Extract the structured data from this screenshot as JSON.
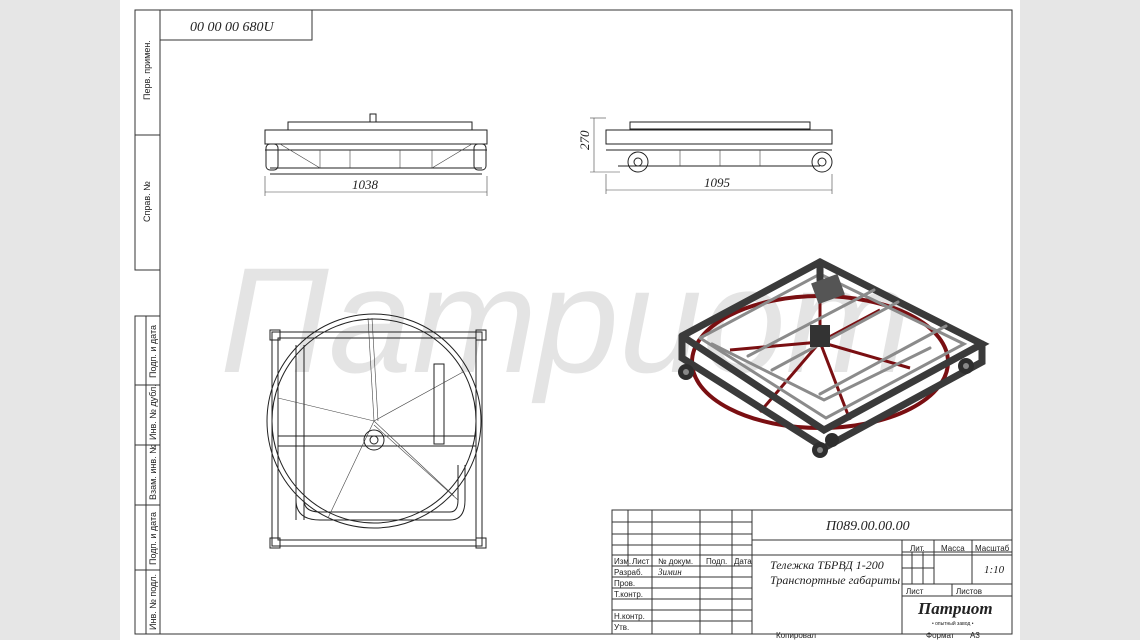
{
  "document_code_top": "00 00 00 680U",
  "side_labels": {
    "perv_primen": "Перв. примен.",
    "sprav_no": "Справ. №",
    "podp_data_1": "Подп. и дата",
    "inv_dubl": "Инв. № дубл.",
    "vzam_inv": "Взам. инв. №",
    "podp_data_2": "Подп. и дата",
    "inv_podl": "Инв. № подл."
  },
  "dimensions": {
    "front_width": "1038",
    "side_width": "1095",
    "height": "270"
  },
  "watermark": "Патриот",
  "title_block": {
    "designation": "П089.00.00.00",
    "name_line1": "Тележка ТБРВД 1-200",
    "name_line2": "Транспортные габариты",
    "col_izm": "Изм.",
    "col_list": "Лист",
    "col_doc": "№ докум.",
    "col_podp": "Подп.",
    "col_data": "Дата",
    "row_razrab": "Разраб.",
    "razrab_name": "Зимин",
    "row_prov": "Пров.",
    "row_tkontr": "Т.контр.",
    "row_nkontr": "Н.контр.",
    "row_utv": "Утв.",
    "lit": "Лит.",
    "massa": "Масса",
    "masshtab": "Масштаб",
    "scale_value": "1:10",
    "list": "Лист",
    "listov": "Листов",
    "logo_text": "Патриот",
    "logo_subtext": "• опытный завод •",
    "kopiroval": "Копировал",
    "format": "Формат",
    "format_value": "А3"
  }
}
